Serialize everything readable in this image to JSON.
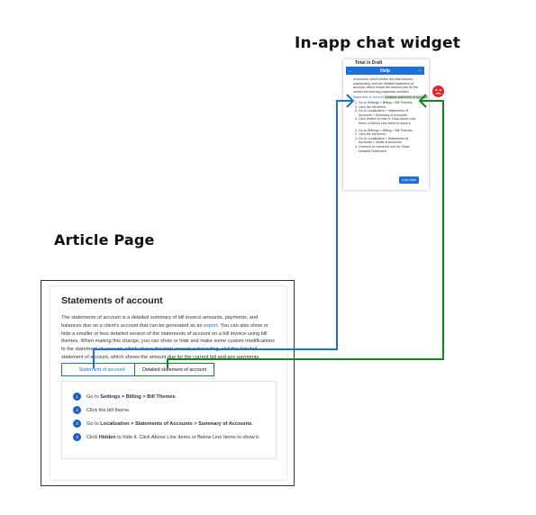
{
  "headings": {
    "chat_widget": "In-app chat widget",
    "article_page": "Article Page"
  },
  "widget": {
    "behind_label": "Total in Draft",
    "header_title": "Help",
    "back_icon": "←",
    "close_icon": "–",
    "intro": "of account, which shows the total amount outstanding, and the detailed statement of account, which shows the amount due for the current bill and any payments received.",
    "tab_a": "Statement of account",
    "tab_b": "Detailed statement of account",
    "steps_a": [
      "Go to Settings > Billing > Bill Themes.",
      "Click the bill theme.",
      "Go to Localization > Statements of Accounts > Summary of Accounts.",
      "Click Hidden to hide it. Click Above Line Items or Below Line Items to show it."
    ],
    "steps_b": [
      "Go to Settings > Billing > Bill Themes.",
      "Click the bill theme.",
      "Go to Localization > Statements of Accounts > Detail of Accounts.",
      "Uncheck or check the box for Show Detailed Statement."
    ],
    "live_chat": "Live chat"
  },
  "article": {
    "title": "Statements of account",
    "para_1": "The statements of account is a detailed summary of bill invoice amounts, payments, and balances due on a client's account that can be generated as an ",
    "para_link": "export",
    "para_2": ". You can also show or hide a smaller or less detailed version of the statements of account on a bill invoice using bill themes. When making this change, you can show or hide and make some custom modifications to the statement of account, which shows the total amount outstanding, and the detailed statement of account, which shows the amount due for the current bill and any payments received.",
    "tab_a": "Statement of account",
    "tab_b": "Detailed statement of account",
    "steps": [
      {
        "num": "1",
        "pre": "Go to ",
        "b1": "Settings > Billing > Bill Themes",
        "post": "."
      },
      {
        "num": "2",
        "pre": "Click the bill theme.",
        "b1": "",
        "post": ""
      },
      {
        "num": "3",
        "pre": "Go to ",
        "b1": "Localization > Statements of Accounts > Summary of Accounts",
        "post": "."
      },
      {
        "num": "4",
        "pre": "Click ",
        "b1": "Hidden",
        "post": " to hide it. Click Above Line Items or Below Line Items to show it."
      }
    ]
  },
  "colors": {
    "blue_arrow": "#1f6fd8",
    "green_arrow": "#15851d",
    "sad_face": "#e8232b"
  },
  "icons": {
    "sad": "sad-face-icon",
    "back": "back-arrow-icon",
    "close": "minimize-icon"
  }
}
